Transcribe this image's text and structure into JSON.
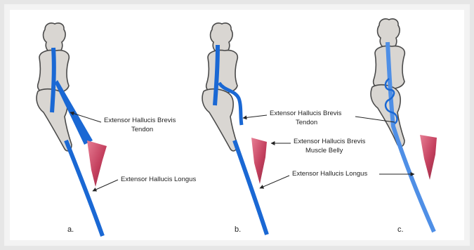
{
  "colors": {
    "bone_fill": "#d9d6d2",
    "bone_outline": "#4a4a4a",
    "tendon": "#1a68d4",
    "tendon_faded": "#4f8fe6",
    "muscle": "#c4405e",
    "label": "#222222"
  },
  "panels": [
    {
      "label": "a.",
      "callouts": [
        {
          "line1": "Extensor Hallucis Brevis",
          "line2": "Tendon"
        },
        {
          "line1": "Extensor Hallucis Longus",
          "line2": ""
        }
      ]
    },
    {
      "label": "b.",
      "callouts": [
        {
          "line1": "Extensor Hallucis Brevis",
          "line2": "Tendon"
        },
        {
          "line1": "Extensor Hallucis Brevis",
          "line2": "Muscle Belly"
        },
        {
          "line1": "Extensor Hallucis Longus",
          "line2": ""
        }
      ]
    },
    {
      "label": "c."
    }
  ]
}
